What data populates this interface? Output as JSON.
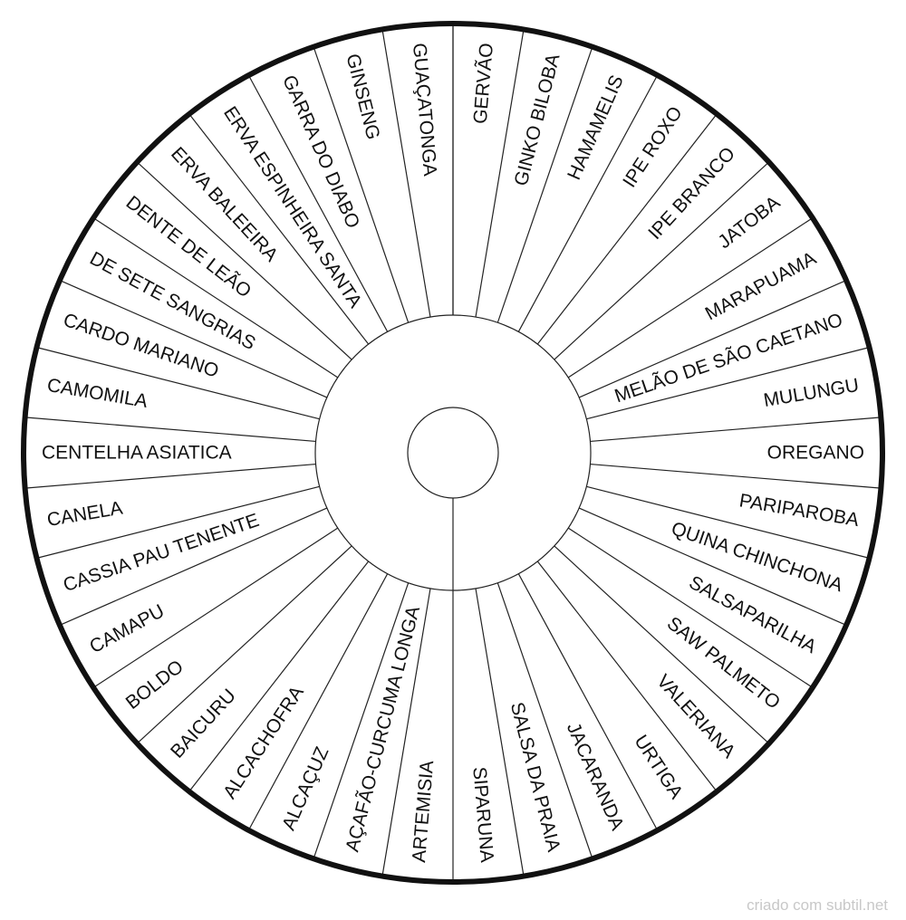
{
  "wheel": {
    "segments_right": [
      "GERVÃO",
      "GINKO BILOBA",
      "HAMAMELIS",
      "IPE ROXO",
      "IPE BRANCO",
      "JATOBA",
      "MARAPUAMA",
      "MELÃO DE SÃO CAETANO",
      "MULUNGU",
      "OREGANO",
      "PARIPAROBA",
      "QUINA CHINCHONA",
      "SALSAPARILHA",
      "SAW PALMETO",
      "VALERIANA",
      "URTIGA",
      "JACARANDA",
      "SALSA DA PRAIA",
      "SIPARUNA"
    ],
    "segments_left": [
      "ARTEMISIA",
      "AÇAFÃO-CURCUMA LONGA",
      "ALCAÇUZ",
      "ALCACHOFRA",
      "BAICURU",
      "BOLDO",
      "CAMAPU",
      "CASSIA PAU TENENTE",
      "CANELA",
      "CENTELHA ASIATICA",
      "CAMOMILA",
      "CARDO MARIANO",
      "DE SETE SANGRIAS",
      "DENTE DE LEÃO",
      "ERVA BALEEIRA",
      "ERVA ESPINHEIRA SANTA",
      "GARRA DO DIABO",
      "GINSENG",
      "GUAÇATONGA"
    ],
    "colors": {
      "stroke": "#222222",
      "text": "#111111",
      "background": "#ffffff"
    }
  },
  "footer": {
    "credit": "criado com subtil.net"
  }
}
